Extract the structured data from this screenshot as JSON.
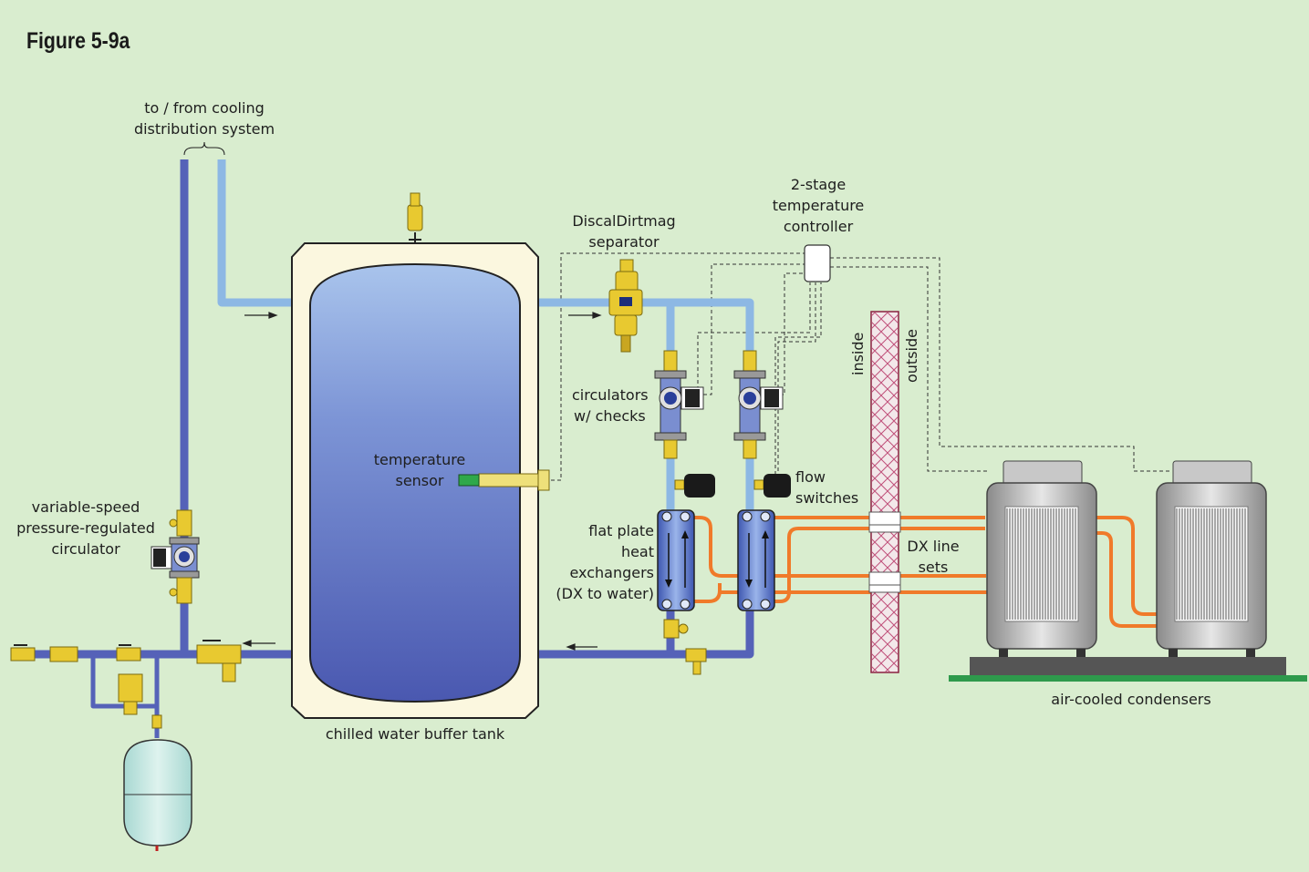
{
  "figure": {
    "title": "Figure 5-9a"
  },
  "labels": {
    "cooling_dist": [
      "to / from cooling",
      "distribution system"
    ],
    "separator": [
      "DiscalDirtmag",
      "separator"
    ],
    "controller": [
      "2-stage",
      "temperature",
      "controller"
    ],
    "circulators": [
      "circulators",
      "w/ checks"
    ],
    "temp_sensor": [
      "temperature",
      "sensor"
    ],
    "flow_switches": [
      "flow",
      "switches"
    ],
    "heat_exchangers": [
      "flat plate",
      "heat",
      "exchangers",
      "(DX to water)"
    ],
    "dx_line": [
      "DX line",
      "sets"
    ],
    "variable_speed": [
      "variable-speed",
      "pressure-regulated",
      "circulator"
    ],
    "buffer_tank": "chilled water buffer tank",
    "condensers": "air-cooled condensers",
    "inside": "inside",
    "outside": "outside"
  },
  "colors": {
    "background": "#d9edcf",
    "supply_pipe": "#8db8e4",
    "return_pipe": "#5562b8",
    "refrigerant": "#f07a2a",
    "tank_body": "#5c70bf",
    "tank_jacket": "#fbf7df",
    "brass": "#e8c930",
    "ground": "#2e9a4c"
  }
}
